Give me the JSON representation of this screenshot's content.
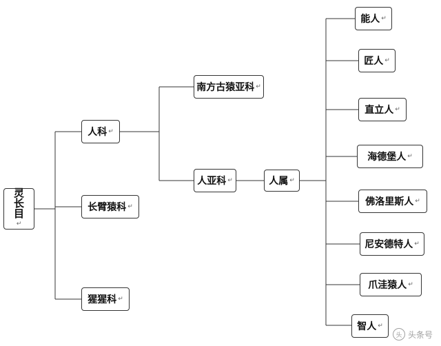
{
  "root": {
    "chars": [
      "灵",
      "长",
      "目"
    ]
  },
  "families": [
    {
      "id": "renke",
      "label": "人科"
    },
    {
      "id": "changbi",
      "label": "长臂猿科"
    },
    {
      "id": "xingxing",
      "label": "猩猩科"
    }
  ],
  "subfamilies": [
    {
      "id": "nanfang",
      "label": "南方古猿亚科"
    },
    {
      "id": "renya",
      "label": "人亚科"
    }
  ],
  "genus": {
    "label": "人属"
  },
  "species": [
    {
      "id": "neng",
      "label": "能人"
    },
    {
      "id": "jiang",
      "label": "匠人"
    },
    {
      "id": "zhili",
      "label": "直立人"
    },
    {
      "id": "haidebao",
      "label": "海德堡人"
    },
    {
      "id": "foluolisi",
      "label": "佛洛里斯人"
    },
    {
      "id": "niandete",
      "label": "尼安德特人"
    },
    {
      "id": "zhuawa",
      "label": "爪洼猿人"
    },
    {
      "id": "zhi",
      "label": "智人"
    }
  ],
  "paragraph_mark": "↵",
  "watermark": {
    "logo": "头",
    "text": "头条号"
  }
}
